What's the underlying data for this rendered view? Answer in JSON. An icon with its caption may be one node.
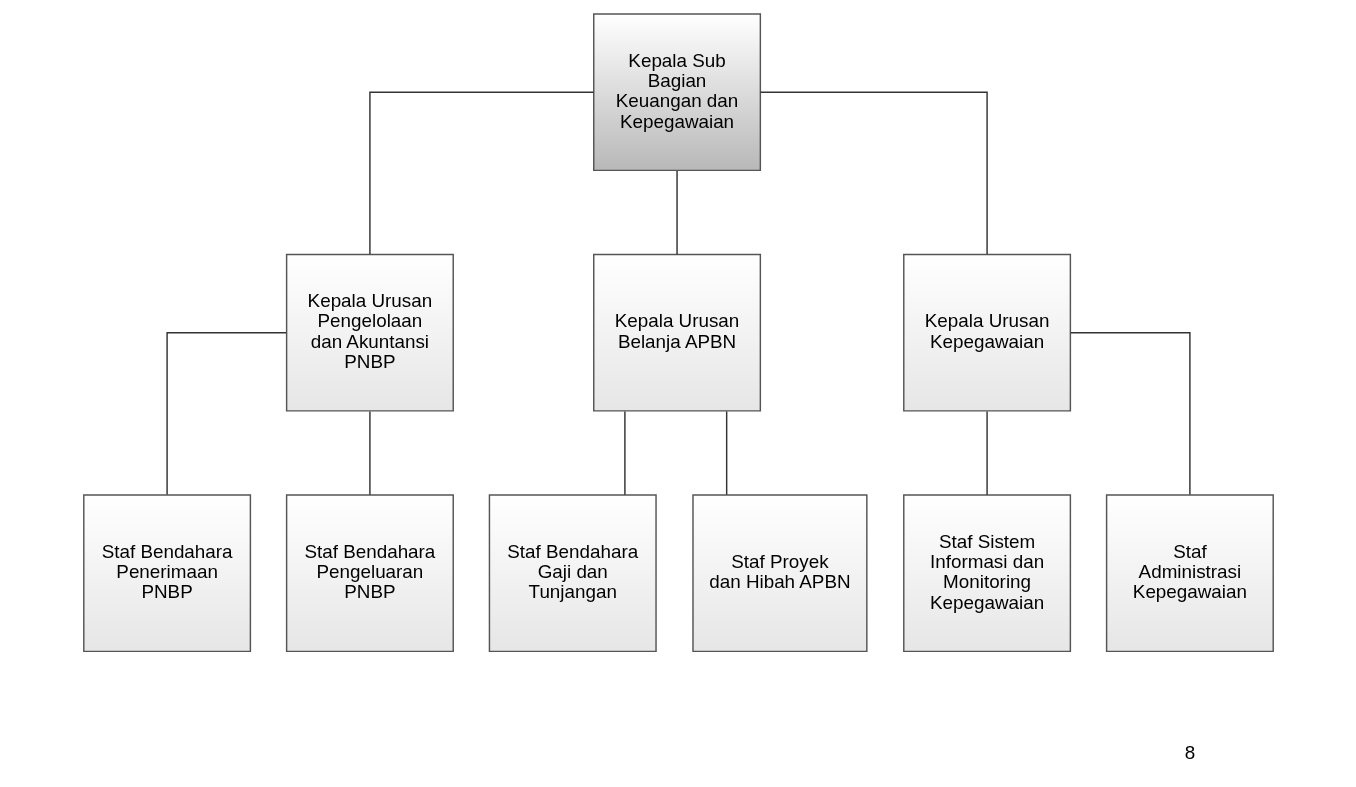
{
  "diagram": {
    "nodes": [
      {
        "text": [
          "Kepala Sub Bagian Keuangan dan Kepegawaian"
        ]
      },
      {
        "text": [
          "Kepala Urusan Pengelolaan dan Akuntansi PNBP"
        ]
      },
      {
        "text": [
          "Kepala Urusan Belanja APBN"
        ]
      },
      {
        "text": [
          "Kepala Urusan Kepegawaian"
        ]
      },
      {
        "text": [
          "Staf Bendahara Penerimaan PNBP"
        ]
      },
      {
        "text": [
          "Staf Bendahara Pengeluaran PNBP"
        ]
      },
      {
        "text": [
          "Staf Bendahara Gaji dan Tunjangan"
        ]
      },
      {
        "text": [
          "Staf Proyek dan Hibah APBN"
        ]
      },
      {
        "text": [
          "Staf Sistem Informasi dan Monitoring Kepegawaian"
        ]
      },
      {
        "text": [
          "Staf Administrasi Kepegawaian"
        ]
      }
    ],
    "edges": [
      {
        "from": 0,
        "to": 1,
        "arrow": "none"
      },
      {
        "from": 0,
        "to": 2,
        "arrow": "none"
      },
      {
        "from": 0,
        "to": 3,
        "arrow": "none"
      },
      {
        "from": 1,
        "to": 4,
        "arrow": "none"
      },
      {
        "from": 1,
        "to": 5,
        "arrow": "none"
      },
      {
        "from": 2,
        "to": 6,
        "arrow": "none"
      },
      {
        "from": 2,
        "to": 7,
        "arrow": "none"
      },
      {
        "from": 3,
        "to": 8,
        "arrow": "none"
      },
      {
        "from": 3,
        "to": 9,
        "arrow": "none"
      }
    ],
    "labels": [
      "8"
    ]
  }
}
